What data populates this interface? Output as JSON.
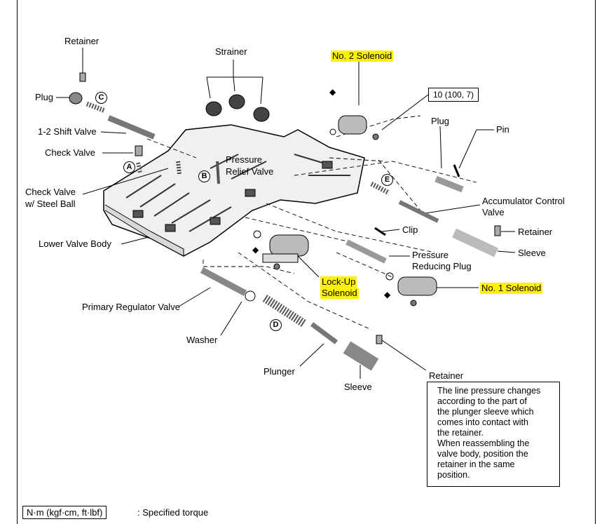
{
  "labels": {
    "retainer_top": "Retainer",
    "strainer": "Strainer",
    "no2_solenoid": "No. 2 Solenoid",
    "plug_left": "Plug",
    "shift_valve": "1-2 Shift Valve",
    "check_valve": "Check Valve",
    "check_valve_ball_1": "Check Valve",
    "check_valve_ball_2": "w/ Steel Ball",
    "pressure_relief_1": "Pressure",
    "pressure_relief_2": "Relief Valve",
    "plug_right": "Plug",
    "pin": "Pin",
    "accumulator_1": "Accumulator Control",
    "accumulator_2": "Valve",
    "clip": "Clip",
    "retainer_right": "Retainer",
    "sleeve_right": "Sleeve",
    "lower_valve_body": "Lower Valve Body",
    "pressure_reducing_1": "Pressure",
    "pressure_reducing_2": "Reducing Plug",
    "lockup_1": "Lock-Up",
    "lockup_2": "Solenoid",
    "no1_solenoid": "No. 1 Solenoid",
    "primary_regulator": "Primary Regulator Valve",
    "washer": "Washer",
    "plunger": "Plunger",
    "sleeve_bottom": "Sleeve",
    "retainer_bottom": "Retainer"
  },
  "markers": {
    "a": "A",
    "b": "B",
    "c": "C",
    "d": "D",
    "e": "E",
    "diamond": "◆"
  },
  "torque_spec": "10 (100, 7)",
  "note_lines": [
    "The line pressure changes",
    "according to the part of",
    "the plunger sleeve which",
    "comes into contact with",
    "the retainer.",
    "When reassembling the",
    "valve body, position the",
    "retainer in the same",
    "position."
  ],
  "legend": {
    "unit": "N·m (kgf·cm, ft·lbf)",
    "text": ": Specified torque"
  },
  "colors": {
    "highlight": "#fff200",
    "line": "#000000"
  }
}
